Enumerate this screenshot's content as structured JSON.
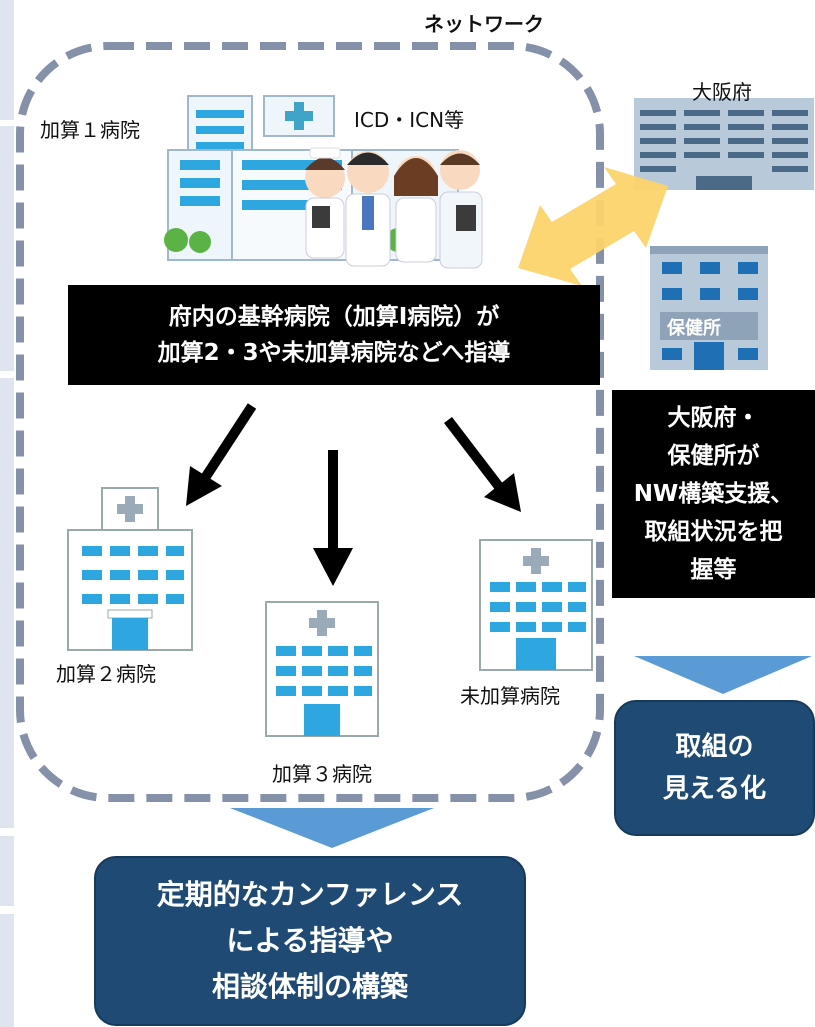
{
  "network": {
    "title": "ネットワーク"
  },
  "labels": {
    "hospital_kasan1": "加算１病院",
    "staff": "ICD・ICN等",
    "osaka_pref": "大阪府",
    "hokenjo_sign": "保健所",
    "hospital_kasan2": "加算２病院",
    "hospital_kasan3": "加算３病院",
    "hospital_mikasan": "未加算病院"
  },
  "main_box": {
    "line1": "府内の基幹病院（加算Ⅰ病院）が",
    "line2": "加算2・3や未加算病院などへ指導"
  },
  "side_box": {
    "line1": "大阪府・",
    "line2": "保健所が",
    "line3": "NW構築支援、",
    "line4": "取組状況を把",
    "line5": "握等"
  },
  "result_right": {
    "line1": "取組の",
    "line2": "見える化"
  },
  "result_bottom": {
    "line1": "定期的なカンファレンス",
    "line2": "による指導や",
    "line3": "相談体制の構築"
  },
  "colors": {
    "dashed_border": "#8591a8",
    "result_box": "#1e4a73",
    "chevron": "#5b9bd5",
    "double_arrow": "#fcd46a",
    "building_blue": "#2ea7e0"
  }
}
